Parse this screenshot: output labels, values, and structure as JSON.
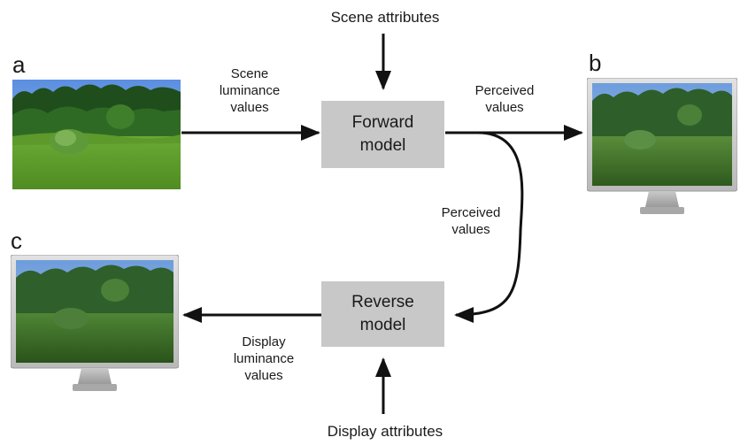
{
  "panels": {
    "a": "a",
    "b": "b",
    "c": "c"
  },
  "top_input": "Scene attributes",
  "bottom_input": "Display attributes",
  "forward_model": {
    "line1": "Forward",
    "line2": "model"
  },
  "reverse_model": {
    "line1": "Reverse",
    "line2": "model"
  },
  "scene_luminance": {
    "line1": "Scene",
    "line2": "luminance",
    "line3": "values"
  },
  "perceived_top": {
    "line1": "Perceived",
    "line2": "values"
  },
  "perceived_side": {
    "line1": "Perceived",
    "line2": "values"
  },
  "display_luminance": {
    "line1": "Display",
    "line2": "luminance",
    "line3": "values"
  },
  "colors": {
    "box": "#c8c8c8",
    "arrow": "#111111",
    "sky": "#6f9fe0",
    "grass": "#5f9a2e"
  }
}
